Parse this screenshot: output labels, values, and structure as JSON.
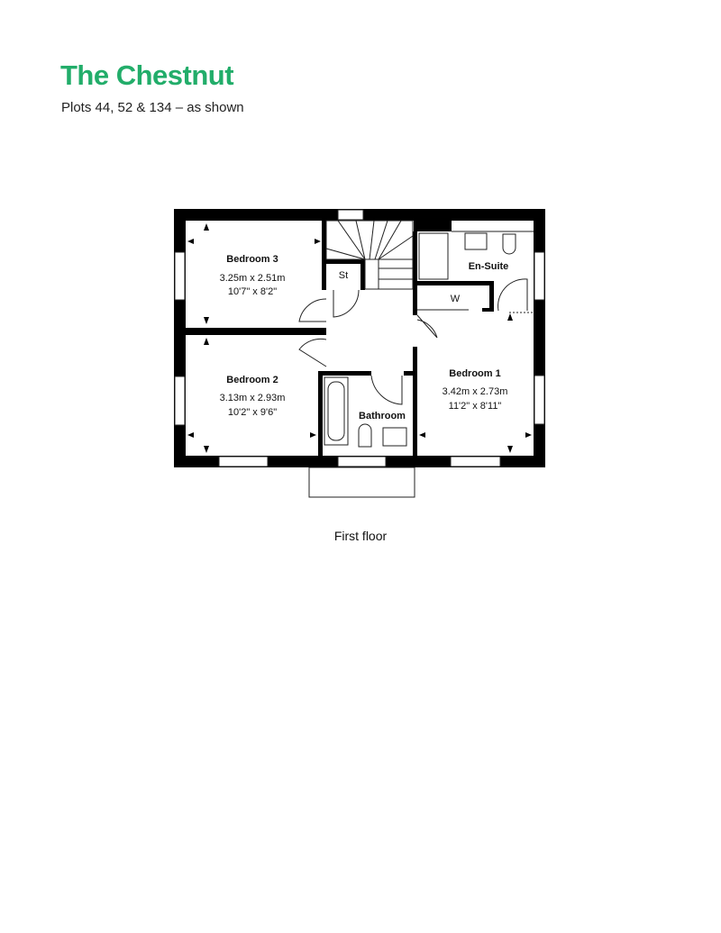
{
  "header": {
    "title": "The Chestnut",
    "subtitle": "Plots 44, 52 & 134 – as shown"
  },
  "colors": {
    "title": "#22ad6a",
    "walls": "#000000"
  },
  "rooms": [
    {
      "name": "Bedroom 3",
      "metric": "3.25m x 2.51m",
      "imperial": "10'7\" x 8'2\""
    },
    {
      "name": "Bedroom 2",
      "metric": "3.13m x 2.93m",
      "imperial": "10'2\" x 9'6\""
    },
    {
      "name": "Bedroom 1",
      "metric": "3.42m x 2.73m",
      "imperial": "11'2\" x 8'11\""
    },
    {
      "name": "En-Suite"
    },
    {
      "name": "Bathroom"
    },
    {
      "name": "St"
    },
    {
      "name": "W"
    }
  ],
  "caption": "First floor"
}
